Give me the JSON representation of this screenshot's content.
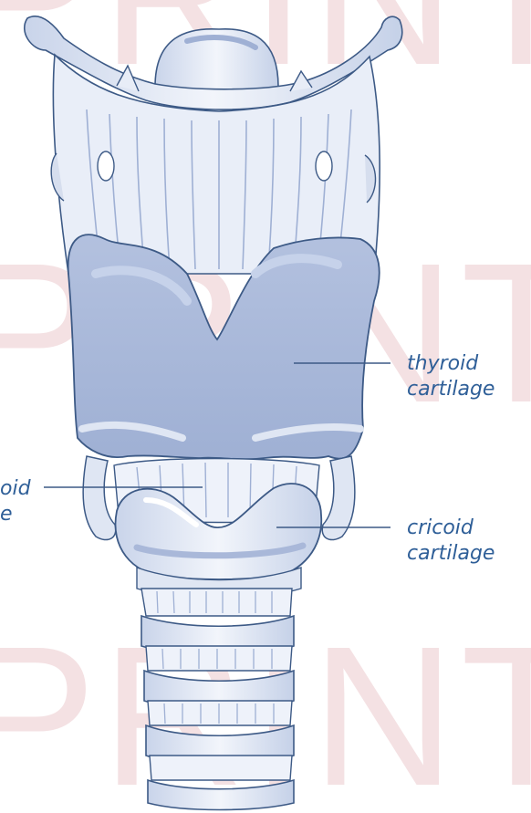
{
  "watermark": "PRINTED",
  "labels": {
    "thyroid_line1": "thyroid",
    "thyroid_line2": "cartilage",
    "cricoid_line1": "cricoid",
    "cricoid_line2": "cartilage",
    "left_line1": "oid",
    "left_line2": "e"
  },
  "colors": {
    "label": "#2f5f98",
    "outline": "#3d5a86",
    "cartilage_shadow": "#a9b8d9",
    "cartilage_light": "#eef2fa",
    "watermark": "#f3dfe1"
  }
}
